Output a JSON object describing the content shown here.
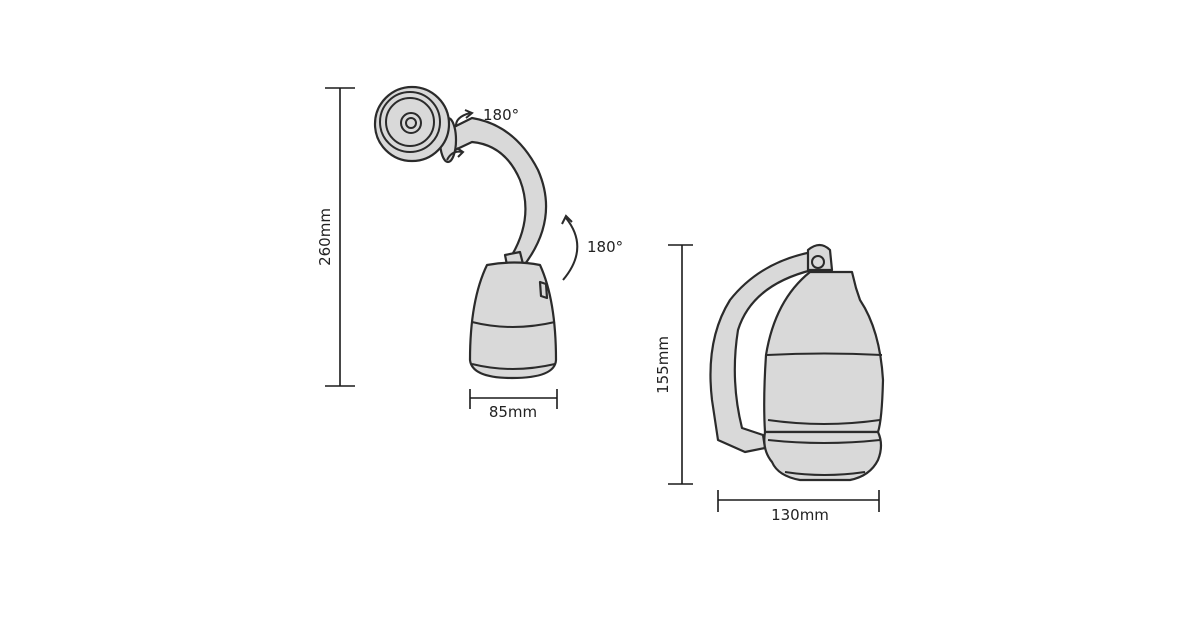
{
  "diagram": {
    "lamp_mode": {
      "height_label": "260mm",
      "width_label": "85mm",
      "head_rotation_label": "180°",
      "arm_rotation_label": "180°"
    },
    "lantern_mode": {
      "height_label": "155mm",
      "width_label": "130mm"
    },
    "colors": {
      "fill": "#d9d9d9",
      "stroke": "#2b2b2b"
    }
  }
}
